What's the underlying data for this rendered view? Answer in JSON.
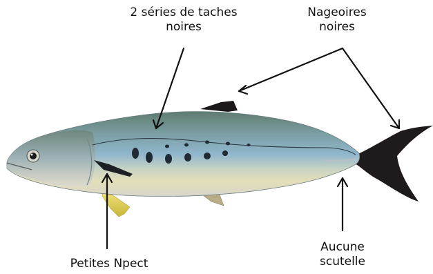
{
  "labels": {
    "spots": {
      "line1": "2 séries de taches",
      "line2": "noires"
    },
    "fins": {
      "line1": "Nageoires",
      "line2": "noires"
    },
    "pect": {
      "line1": "Petites Npect"
    },
    "scutes": {
      "line1": "Aucune",
      "line2": "scutelle"
    }
  },
  "colors": {
    "back": "#6f8f8a",
    "flank": "#8fb3c2",
    "belly": "#e8e6d6",
    "yellow": "#d9c85a",
    "fin_dark": "#1c1718",
    "spot": "#1f2a33",
    "arrow": "#111111"
  }
}
